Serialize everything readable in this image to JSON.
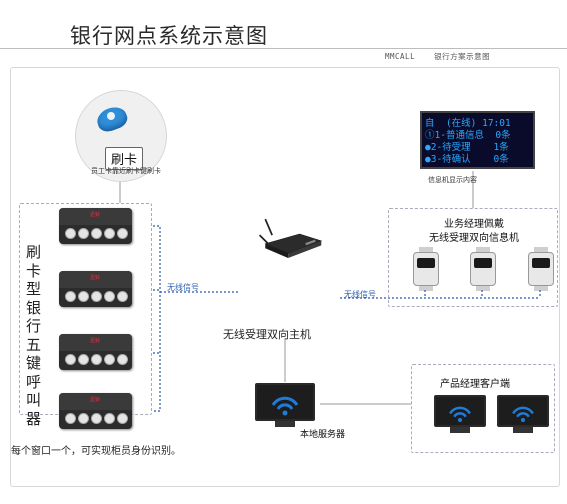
{
  "title": "银行网点系统示意图",
  "header_right": {
    "brand": "MMCALL",
    "subtitle": "银行方案示意图"
  },
  "card": {
    "label": "刷卡",
    "description": "员工卡靠近刷卡键刷卡"
  },
  "left_group_label": [
    "刷",
    "卡",
    "型",
    "银",
    "行",
    "五",
    "键",
    "呼",
    "叫",
    "器"
  ],
  "pager_brand": "迅铃",
  "signal_left": "无线信号",
  "signal_right": "无线信号",
  "host_label": "无线受理双向主机",
  "screen": {
    "line1": "自  (在线) 17:01",
    "line2": "①1-普通信息  0条",
    "line3": "●2-待受理    1条",
    "line4": "●3-待确认    0条",
    "caption": "信息机显示内容"
  },
  "manager": {
    "line1": "业务经理佩戴",
    "line2": "无线受理双向信息机"
  },
  "product_manager_label": "产品经理客户端",
  "server_label": "本地服务器",
  "bottom_note": "每个窗口一个，可实现柜员身份识别。",
  "colors": {
    "signal": "#2a5db0",
    "dashed_link": "#2d56b0",
    "wifi": "#1e7bd8",
    "screen_text": "#29a8ff"
  },
  "icons": [
    "rfid-tag-icon",
    "wifi-icon",
    "antenna-icon",
    "watch-icon",
    "monitor-icon"
  ]
}
